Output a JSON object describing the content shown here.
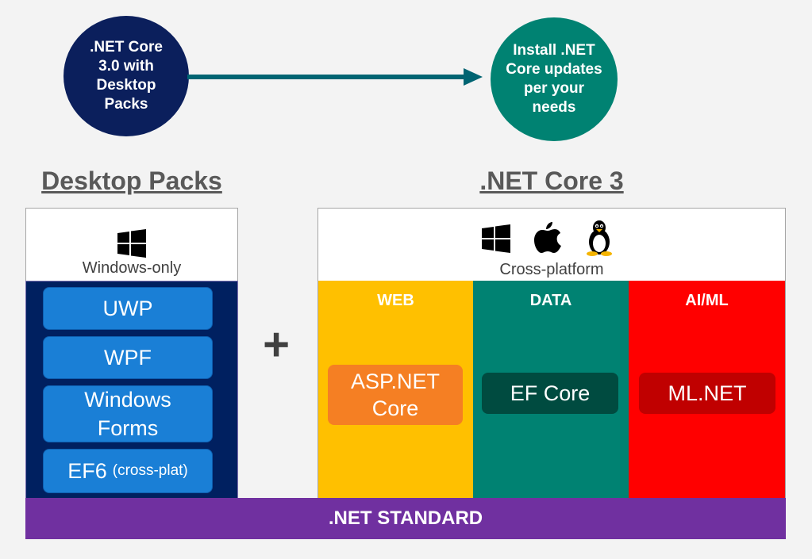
{
  "flow": {
    "start_circle": ".NET Core\n3.0 with\nDesktop\nPacks",
    "end_circle": "Install .NET\nCore updates\nper your\nneeds"
  },
  "desktop_packs": {
    "heading": "Desktop Packs",
    "platform_label": "Windows-only",
    "items": [
      "UWP",
      "WPF",
      "Windows Forms",
      "EF6"
    ],
    "ef6_note": "(cross-plat)"
  },
  "plus_sign": "+",
  "net_core": {
    "heading": ".NET Core 3",
    "platform_label": "Cross-platform",
    "icons": [
      "windows-logo-icon",
      "apple-logo-icon",
      "linux-tux-icon"
    ],
    "columns": [
      {
        "title": "WEB",
        "tech": "ASP.NET\nCore",
        "color": "#ffc000",
        "tech_color": "#f57f23"
      },
      {
        "title": "DATA",
        "tech": "EF Core",
        "color": "#008272",
        "tech_color": "#004b40"
      },
      {
        "title": "AI/ML",
        "tech": "ML.NET",
        "color": "#ff0000",
        "tech_color": "#c00000"
      }
    ]
  },
  "standard_bar": ".NET STANDARD",
  "colors": {
    "navy": "#0b1f5c",
    "teal": "#008272",
    "desktop_bg": "#002060",
    "pill_blue": "#1a7fd6",
    "standard_purple": "#7030a0"
  }
}
